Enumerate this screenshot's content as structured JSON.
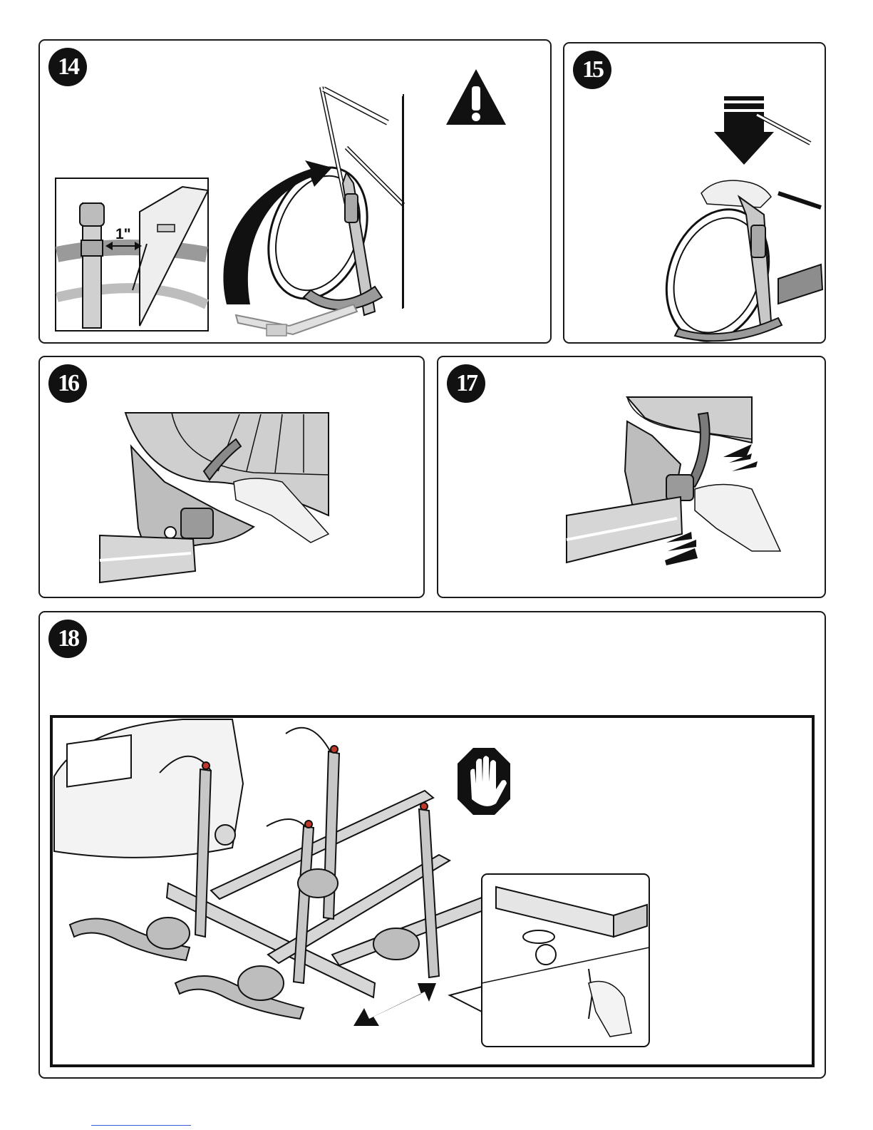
{
  "steps": {
    "s14": {
      "number": "14",
      "inset_dimension": "1\""
    },
    "s15": {
      "number": "15"
    },
    "s16": {
      "number": "16"
    },
    "s17": {
      "number": "17"
    },
    "s18": {
      "number": "18"
    }
  },
  "icons": {
    "warning": "warning-triangle-icon",
    "stop": "stop-hand-icon"
  },
  "colors": {
    "ink": "#1a1a1a",
    "tint": "#d9d9d9",
    "accent": "#c0392b"
  }
}
